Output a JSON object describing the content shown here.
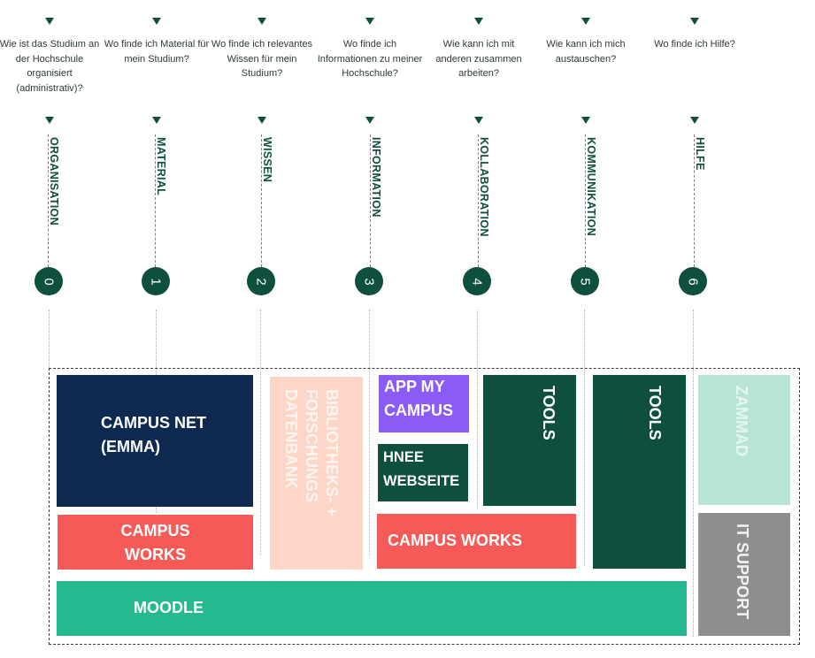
{
  "colors": {
    "primary_green": "#0e4f3e",
    "navy": "#0e2a50",
    "coral": "#f55a56",
    "peach": "#fdd6c8",
    "purple": "#8a5cf5",
    "teal": "#26b990",
    "mint": "#b8e4d6",
    "gray": "#8e8e8f"
  },
  "columns": [
    {
      "number": "0",
      "category": "ORGANISATION",
      "question": "Wie ist das Studium an der Hochschule organisiert (administrativ)?"
    },
    {
      "number": "1",
      "category": "MATERIAL",
      "question": "Wo finde ich Material für mein Studium?"
    },
    {
      "number": "2",
      "category": "WISSEN",
      "question": "Wo finde ich relevantes Wissen für mein Studium?"
    },
    {
      "number": "3",
      "category": "INFORMATION",
      "question": "Wo finde ich Informationen zu meiner Hochschule?"
    },
    {
      "number": "4",
      "category": "KOLLABORATION",
      "question": "Wie kann ich mit anderen zusammen arbeiten?"
    },
    {
      "number": "5",
      "category": "KOMMUNIKATION",
      "question": "Wie kann ich mich austauschen?"
    },
    {
      "number": "6",
      "category": "HILFE",
      "question": "Wo finde ich Hilfe?"
    }
  ],
  "tools": {
    "campus_net": "CAMPUS NET (EMMA)",
    "campus_works_1": "CAMPUS WORKS",
    "biblio": "BIBLIOTHEKS- + FORSCHUNGS DATENBANK",
    "app_my_campus": "APP MY CAMPUS",
    "hnee_webseite": "HNEE WEBSEITE",
    "tools_1": "TOOLS",
    "campus_works_2": "CAMPUS WORKS",
    "tools_2": "TOOLS",
    "zammad": "ZAMMAD",
    "it_support": "IT SUPPORT",
    "moodle": "MOODLE"
  }
}
